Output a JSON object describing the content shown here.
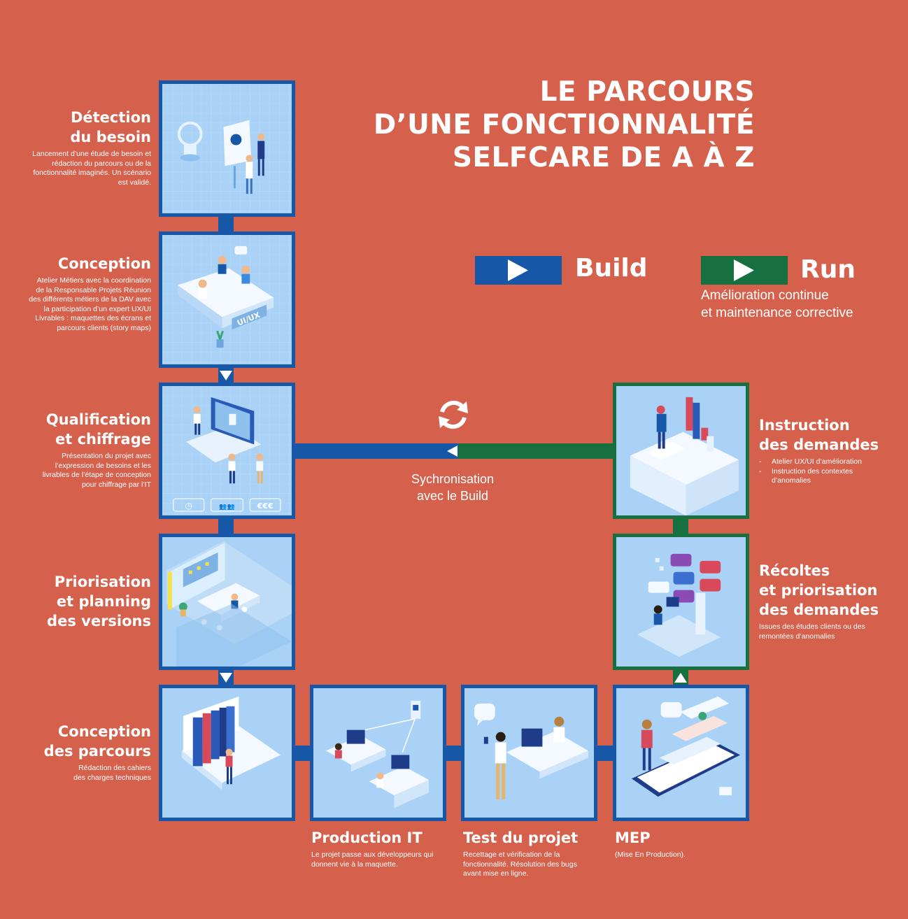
{
  "title": [
    "LE PARCOURS",
    "D’UNE FONCTIONNALITÉ",
    "SELFCARE DE A À Z"
  ],
  "legend": {
    "build": {
      "label": "Build",
      "color": "#1657a8"
    },
    "run": {
      "label": "Run",
      "color": "#16703f",
      "description_lines": [
        "Amélioration continue",
        "et maintenance corrective"
      ]
    }
  },
  "sync": {
    "label_lines": [
      "Sychronisation",
      "avec le Build"
    ],
    "icon": "sync-icon"
  },
  "steps": {
    "detection": {
      "title_lines": [
        "Détection",
        "du besoin"
      ],
      "description": "Lancement d’une étude de besoin et rédaction du parcours ou de la fonctionnalité imaginés. Un scénario est validé.",
      "icon": "lightbulb-presentation-icon"
    },
    "conception": {
      "title_lines": [
        "Conception"
      ],
      "description": "Atelier Métiers avec la coordination de la Responsable Projets Réunion des différents métiers de la DAV avec la participation d’un expert UX/UI Livrables : maquettes des écrans et parcours clients (story maps)",
      "desk_label": "UI/UX",
      "icon": "meeting-table-icon"
    },
    "qualification": {
      "title_lines": [
        "Qualification",
        "et chiffrage"
      ],
      "description": "Présentation du projet avec l’expression de besoins et les livrables de l’étape de conception pour chiffrage par l’IT",
      "chips": [
        "◷",
        "👥👥",
        "€€€"
      ],
      "icon": "laptop-team-icon"
    },
    "priorisation": {
      "title_lines": [
        "Priorisation",
        "et planning",
        "des versions"
      ],
      "description": "",
      "icon": "planning-board-icon"
    },
    "conception_parcours": {
      "title_lines": [
        "Conception",
        "des parcours"
      ],
      "description": "Rédaction des cahiers des charges techniques",
      "icon": "books-laptop-icon"
    },
    "production": {
      "title_lines": [
        "Production IT"
      ],
      "description": "Le projet passe aux développeurs qui donnent vie à la maquette.",
      "icon": "developers-server-icon"
    },
    "test": {
      "title_lines": [
        "Test du projet"
      ],
      "description": "Recettage et vérification de la fonctionnalité. Résolution des bugs avant mise en ligne.",
      "icon": "testing-desk-icon"
    },
    "mep": {
      "title_lines": [
        "MEP"
      ],
      "description": "(Mise En Production).",
      "icon": "smartphone-launch-icon"
    },
    "recoltes": {
      "title_lines": [
        "Récoltes",
        "et priorisation",
        "des demandes"
      ],
      "description": "Issues des études clients ou des remontées d’anomalies",
      "icon": "chat-messages-icon"
    },
    "instruction": {
      "title_lines": [
        "Instruction",
        "des demandes"
      ],
      "bullets": [
        "Atelier UX/UI d’amélioration",
        "Instruction des contextes d’anomalies"
      ],
      "icon": "analytics-podium-icon"
    }
  }
}
